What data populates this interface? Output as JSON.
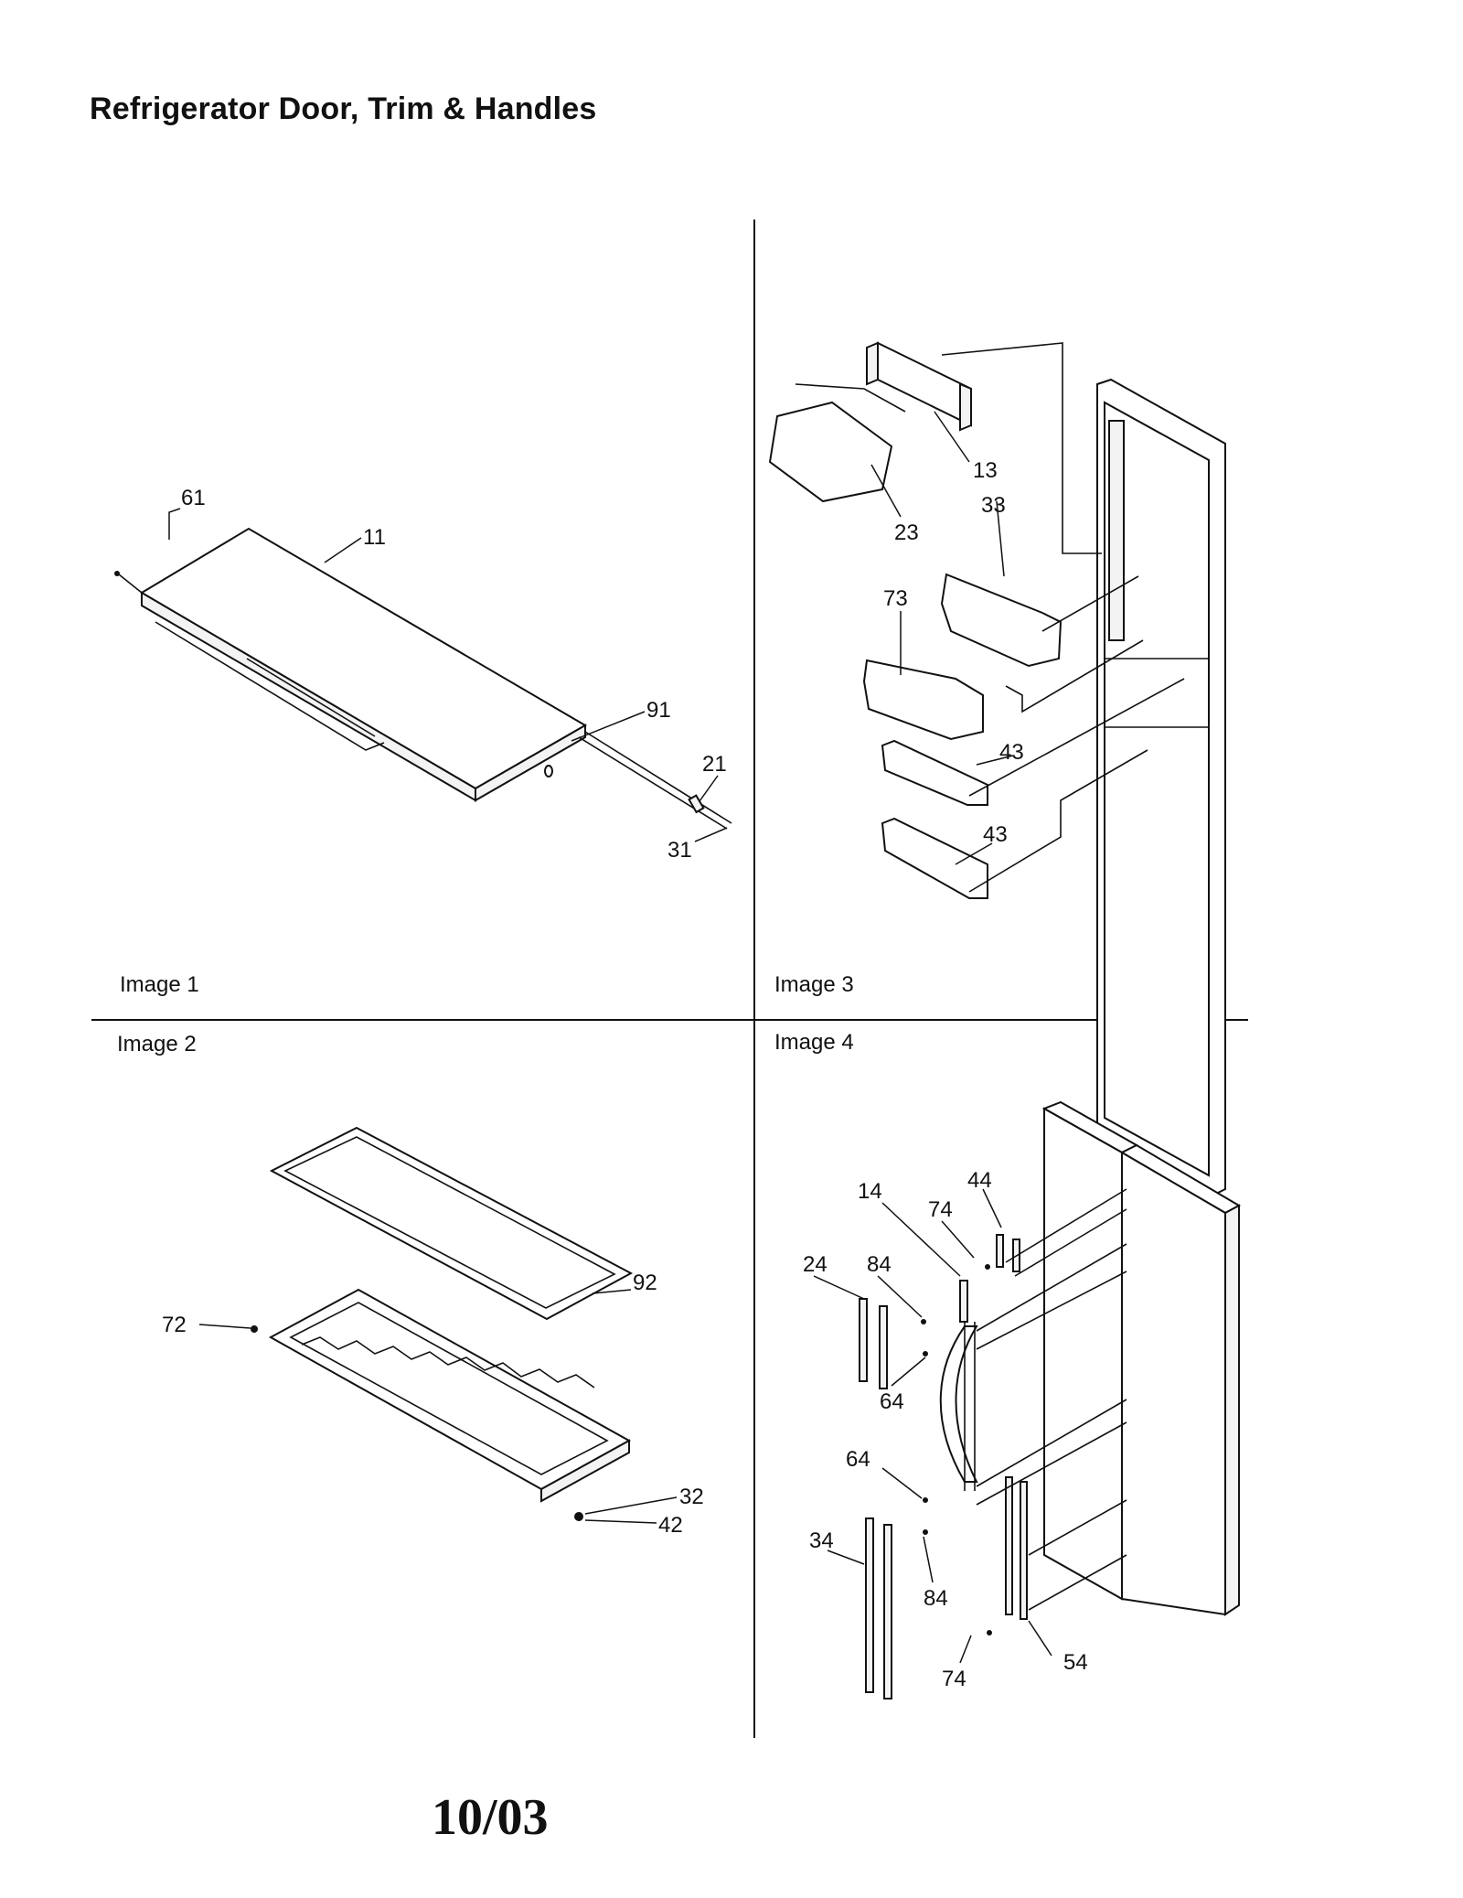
{
  "title": "Refrigerator Door, Trim & Handles",
  "footer": "10/03",
  "panels": {
    "image1": {
      "label": "Image 1",
      "callouts": [
        "61",
        "11",
        "91",
        "21",
        "31"
      ]
    },
    "image2": {
      "label": "Image 2",
      "callouts": [
        "92",
        "72",
        "32",
        "42"
      ]
    },
    "image3": {
      "label": "Image 3",
      "callouts": [
        "13",
        "23",
        "33",
        "73",
        "43",
        "43"
      ]
    },
    "image4": {
      "label": "Image 4",
      "callouts": [
        "44",
        "14",
        "74",
        "24",
        "84",
        "64",
        "64",
        "34",
        "84",
        "74",
        "54"
      ]
    }
  }
}
